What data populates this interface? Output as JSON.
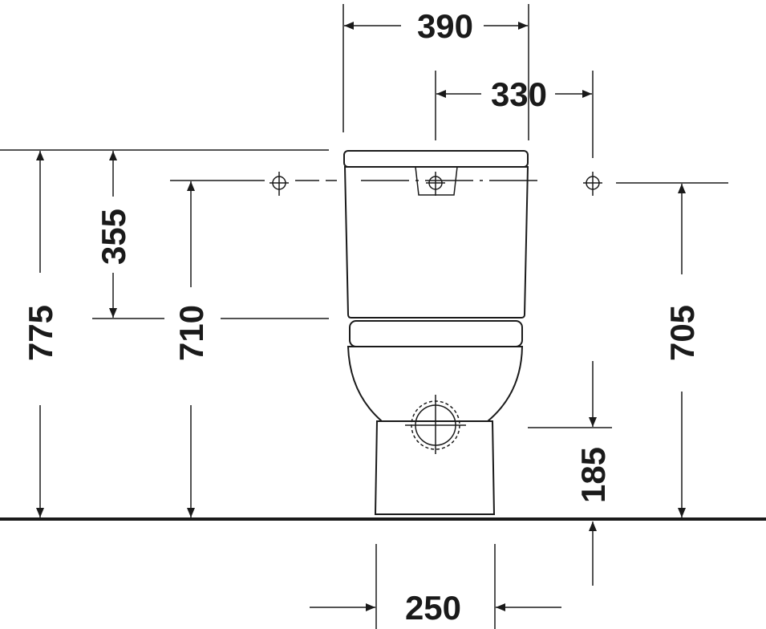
{
  "drawing": {
    "line_color": "#1a1a1a",
    "dimensions": {
      "overall_width": "390",
      "fixing_hole_spacing": "330",
      "tank_height_span": "355",
      "total_height": "775",
      "fixing_hole_height_left": "710",
      "fixing_hole_height_right": "705",
      "outlet_height": "185",
      "base_width": "250"
    }
  }
}
